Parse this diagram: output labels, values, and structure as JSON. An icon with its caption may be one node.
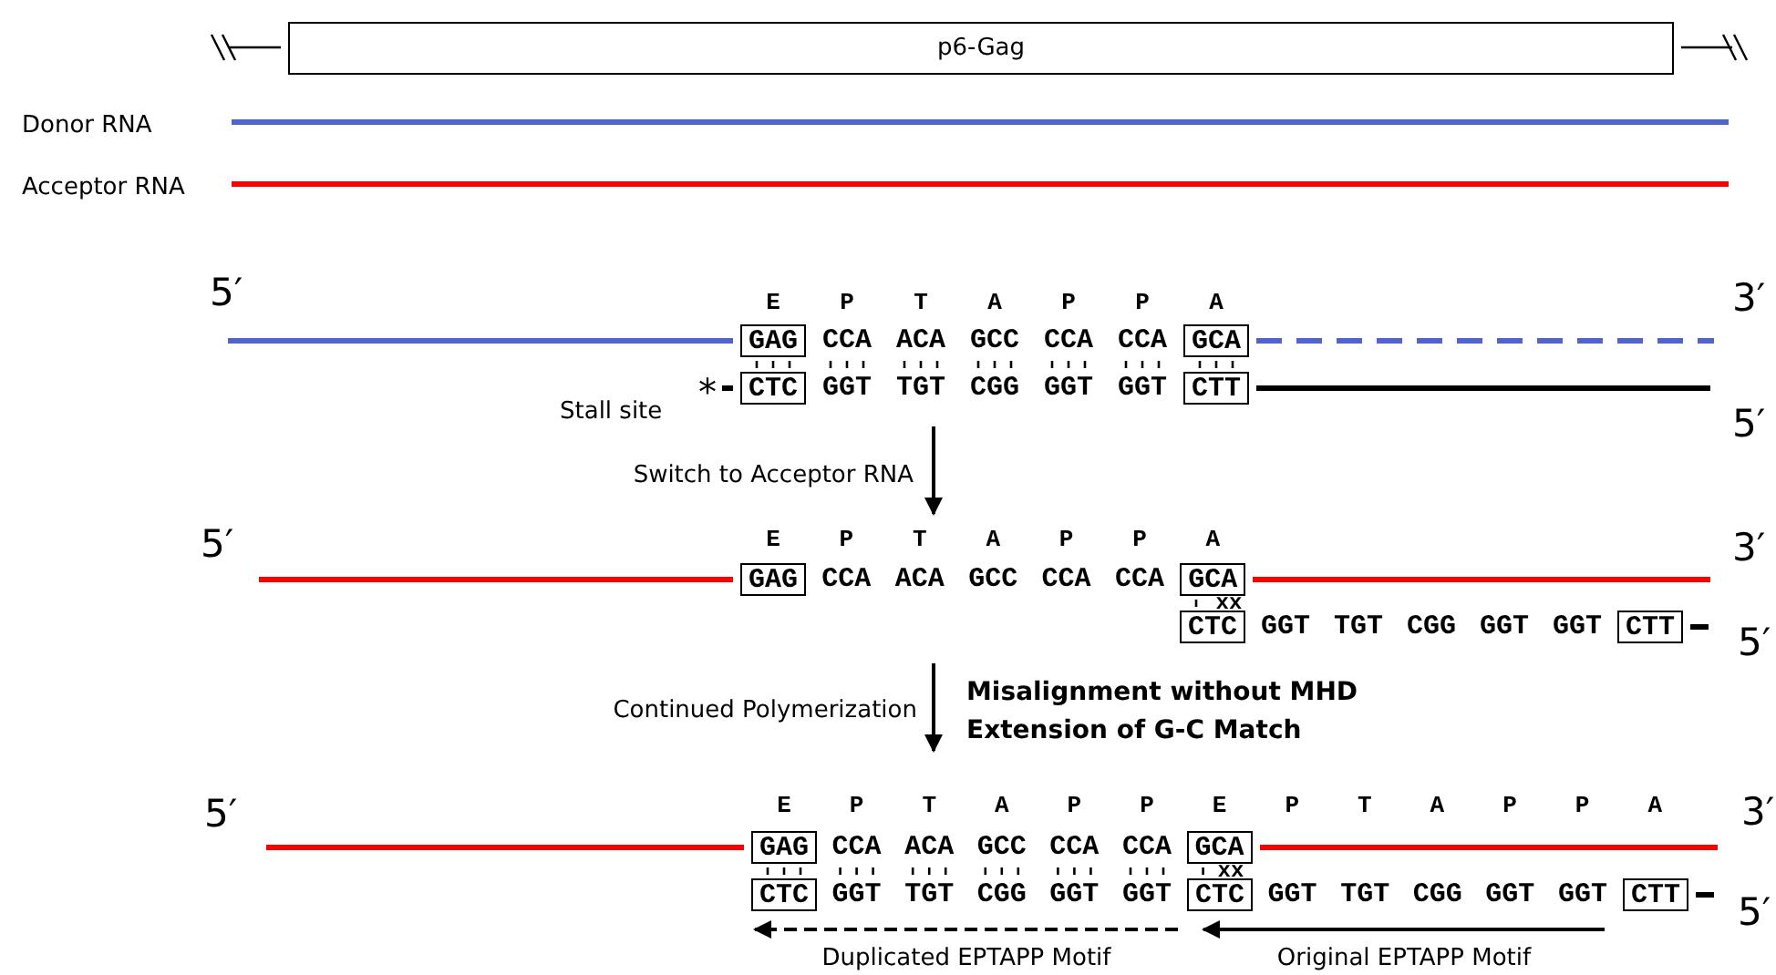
{
  "diagram": {
    "nodes": [
      {
        "text": [
          "p6-Gag"
        ]
      },
      {
        "text": [
          "GAG"
        ]
      },
      {
        "text": [
          "GCA"
        ]
      },
      {
        "text": [
          "CTC"
        ]
      },
      {
        "text": [
          "CTT"
        ]
      },
      {
        "text": [
          "GAG"
        ]
      },
      {
        "text": [
          "GCA"
        ]
      },
      {
        "text": [
          "CTC"
        ]
      },
      {
        "text": [
          "CTT"
        ]
      },
      {
        "text": [
          "GAG"
        ]
      },
      {
        "text": [
          "GCA"
        ]
      },
      {
        "text": [
          "CTC"
        ]
      },
      {
        "text": [
          "CTC"
        ]
      },
      {
        "text": [
          "CTT"
        ]
      }
    ],
    "labels": [
      "5′",
      "E",
      "P",
      "T",
      "A",
      "P",
      "P",
      "A",
      "3′",
      "CCA",
      "ACA",
      "GCC",
      "CCA",
      "CCA",
      "*",
      "GGT",
      "TGT",
      "CGG",
      "GGT",
      "GGT",
      "5′",
      "Stall site",
      "Switch to Acceptor RNA",
      "5′",
      "E",
      "P",
      "T",
      "A",
      "P",
      "P",
      "A",
      "3′",
      "CCA",
      "ACA",
      "GCC",
      "CCA",
      "CCA",
      "xx",
      "GGT",
      "TGT",
      "CGG",
      "GGT",
      "GGT",
      "5′",
      "Continued Polymerization",
      "Misalignment without MHD",
      "Extension of G-C Match",
      "5′",
      "E",
      "P",
      "T",
      "A",
      "P",
      "P",
      "E",
      "P",
      "T",
      "A",
      "P",
      "P",
      "A",
      "3′",
      "CCA",
      "ACA",
      "GCC",
      "CCA",
      "CCA",
      "xx",
      "GGT",
      "TGT",
      "CGG",
      "GGT",
      "GGT",
      "GGT",
      "TGT",
      "CGG",
      "GGT",
      "GGT",
      "5′",
      "Duplicated EPTAPP Motif",
      "Original EPTAPP Motif"
    ],
    "legend": [
      {
        "text": "Donor RNA"
      },
      {
        "text": "Acceptor RNA"
      }
    ]
  }
}
